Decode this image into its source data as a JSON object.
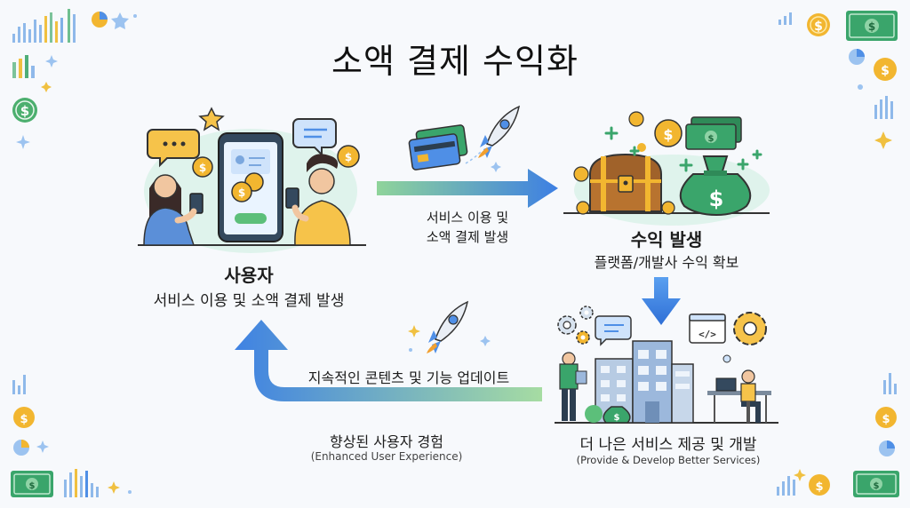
{
  "title": "소액 결제 수익화",
  "user": {
    "label": "사용자",
    "desc": "서비스 이용 및 소액 결제 발생"
  },
  "flow_top": {
    "line1": "서비스 이용 및",
    "line2": "소액 결제 발생"
  },
  "revenue": {
    "label": "수익 발생",
    "desc": "플랫폼/개발사 수익 확보"
  },
  "develop": {
    "label": "더 나은 서비스 제공 및 개발",
    "sub": "(Provide & Develop Better Services)"
  },
  "flow_bottom": {
    "arrow_label": "지속적인 콘텐츠 및 기능 업데이트",
    "caption": "향상된 사용자 경험",
    "caption_sub": "(Enhanced User Experience)"
  },
  "icons": {
    "money": "$",
    "code": "</>"
  },
  "colors": {
    "arrow_blue": "#3f7fe0",
    "arrow_green": "#8bd08a",
    "coin": "#f2b630",
    "bill": "#3aa56b",
    "bg_blob": "#dff3ec"
  }
}
